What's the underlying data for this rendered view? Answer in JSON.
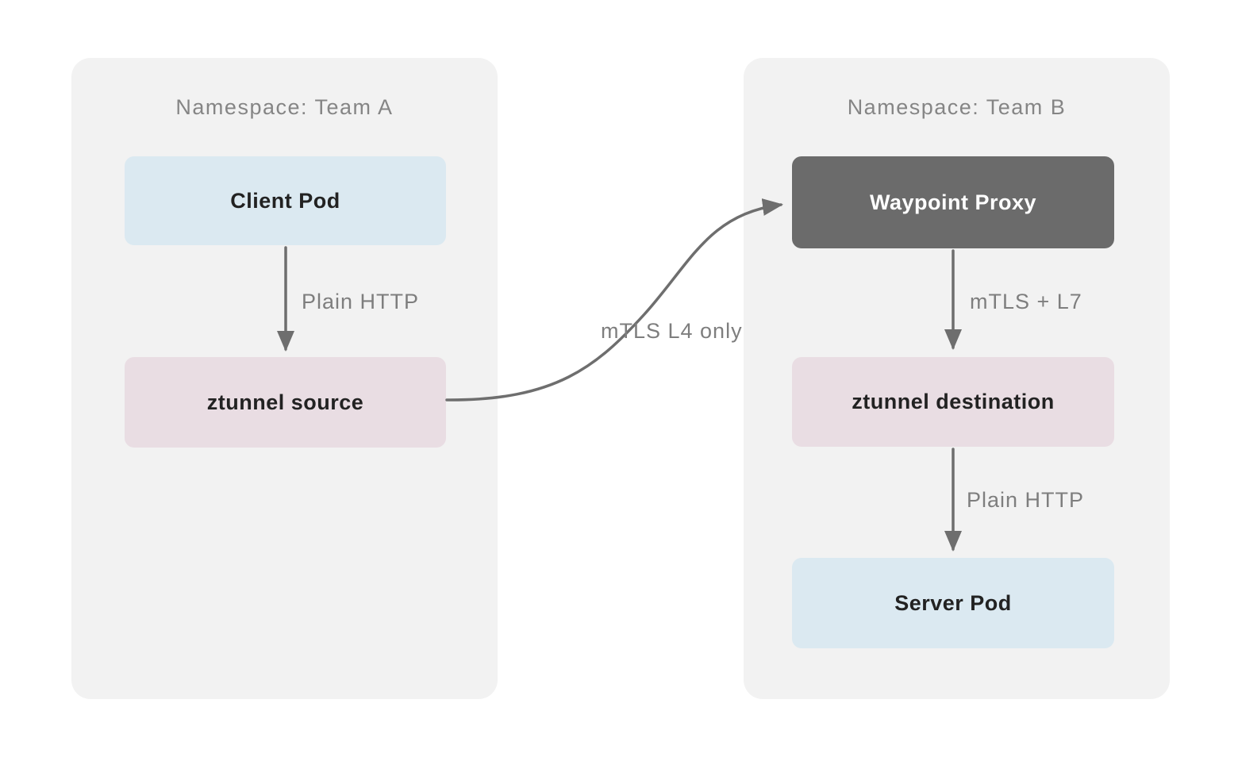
{
  "colors": {
    "page_bg": "#ffffff",
    "panel_bg": "#f2f2f2",
    "node_blue": "#dbe9f1",
    "node_pink": "#e9dde3",
    "node_dark": "#6b6b6b",
    "node_text_dark": "#222222",
    "node_text_light": "#ffffff",
    "arrow": "#6e6e6e",
    "edge_label": "#7e7e7e",
    "namespace_label": "#858585"
  },
  "diagram": {
    "namespaces": [
      {
        "id": "team-a",
        "title": "Namespace: Team A",
        "nodes": [
          "client_pod",
          "ztunnel_source"
        ]
      },
      {
        "id": "team-b",
        "title": "Namespace: Team B",
        "nodes": [
          "waypoint_proxy",
          "ztunnel_destination",
          "server_pod"
        ]
      }
    ],
    "nodes": {
      "client_pod": {
        "label": "Client Pod",
        "variant": "blue"
      },
      "ztunnel_source": {
        "label": "ztunnel source",
        "variant": "pink"
      },
      "waypoint_proxy": {
        "label": "Waypoint Proxy",
        "variant": "dark"
      },
      "ztunnel_destination": {
        "label": "ztunnel destination",
        "variant": "pink"
      },
      "server_pod": {
        "label": "Server Pod",
        "variant": "blue"
      }
    },
    "edges": [
      {
        "from": "client_pod",
        "to": "ztunnel_source",
        "label": "Plain HTTP"
      },
      {
        "from": "ztunnel_source",
        "to": "waypoint_proxy",
        "label": "mTLS L4 only"
      },
      {
        "from": "waypoint_proxy",
        "to": "ztunnel_destination",
        "label": "mTLS + L7"
      },
      {
        "from": "ztunnel_destination",
        "to": "server_pod",
        "label": "Plain HTTP"
      }
    ]
  }
}
